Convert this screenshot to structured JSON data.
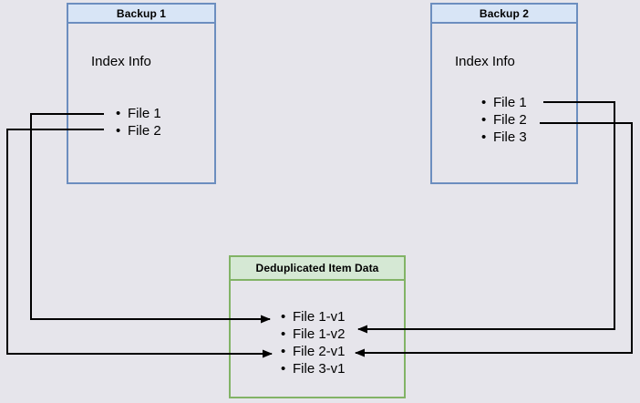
{
  "diagram": {
    "backup1": {
      "title": "Backup 1",
      "index_label": "Index Info",
      "files": [
        "File 1",
        "File 2"
      ]
    },
    "backup2": {
      "title": "Backup 2",
      "index_label": "Index Info",
      "files": [
        "File 1",
        "File 2",
        "File 3"
      ]
    },
    "dedup": {
      "title": "Deduplicated Item Data",
      "items": [
        "File 1-v1",
        "File 1-v2",
        "File 2-v1",
        "File 3-v1"
      ]
    },
    "connections": [
      {
        "from": "Backup 1 / File 1",
        "to": "File 1-v1"
      },
      {
        "from": "Backup 1 / File 2",
        "to": "File 2-v1"
      },
      {
        "from": "Backup 2 / File 1",
        "to": "File 1-v2"
      },
      {
        "from": "Backup 2 / File 2",
        "to": "File 2-v1"
      }
    ],
    "colors": {
      "blue_border": "#6c8ebf",
      "blue_header_fill": "#d8e5f6",
      "green_border": "#82b366",
      "green_header_fill": "#d5e8d4",
      "arrow": "#000000",
      "background": "#e6e5eb"
    }
  }
}
